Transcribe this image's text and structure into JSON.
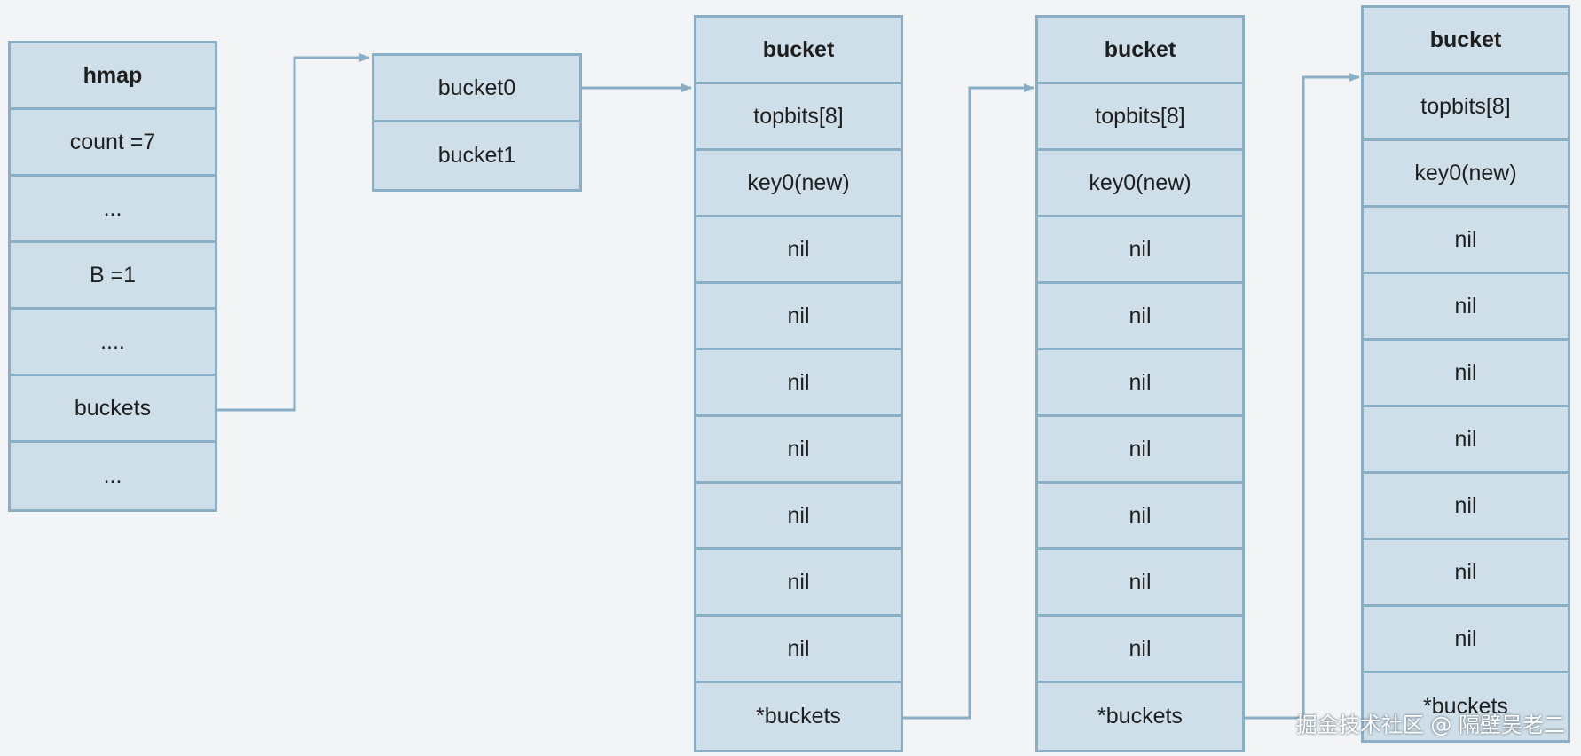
{
  "hmap": {
    "rows": [
      "hmap",
      "count =7",
      "...",
      "B =1",
      "....",
      "buckets",
      "..."
    ]
  },
  "bucket_array": {
    "rows": [
      "bucket0",
      "bucket1"
    ]
  },
  "bucket_a": {
    "rows": [
      "bucket",
      "topbits[8]",
      "key0(new)",
      "nil",
      "nil",
      "nil",
      "nil",
      "nil",
      "nil",
      "nil",
      "*buckets"
    ]
  },
  "bucket_b": {
    "rows": [
      "bucket",
      "topbits[8]",
      "key0(new)",
      "nil",
      "nil",
      "nil",
      "nil",
      "nil",
      "nil",
      "nil",
      "*buckets"
    ]
  },
  "bucket_c": {
    "rows": [
      "bucket",
      "topbits[8]",
      "key0(new)",
      "nil",
      "nil",
      "nil",
      "nil",
      "nil",
      "nil",
      "nil",
      "*buckets"
    ]
  },
  "watermark": "掘金技术社区 @ 隔壁吴老二",
  "colors": {
    "background": "#f3f4f6",
    "cell_fill": "#cfdfe9",
    "border": "#8aaec6",
    "connector": "#8aaec6"
  }
}
